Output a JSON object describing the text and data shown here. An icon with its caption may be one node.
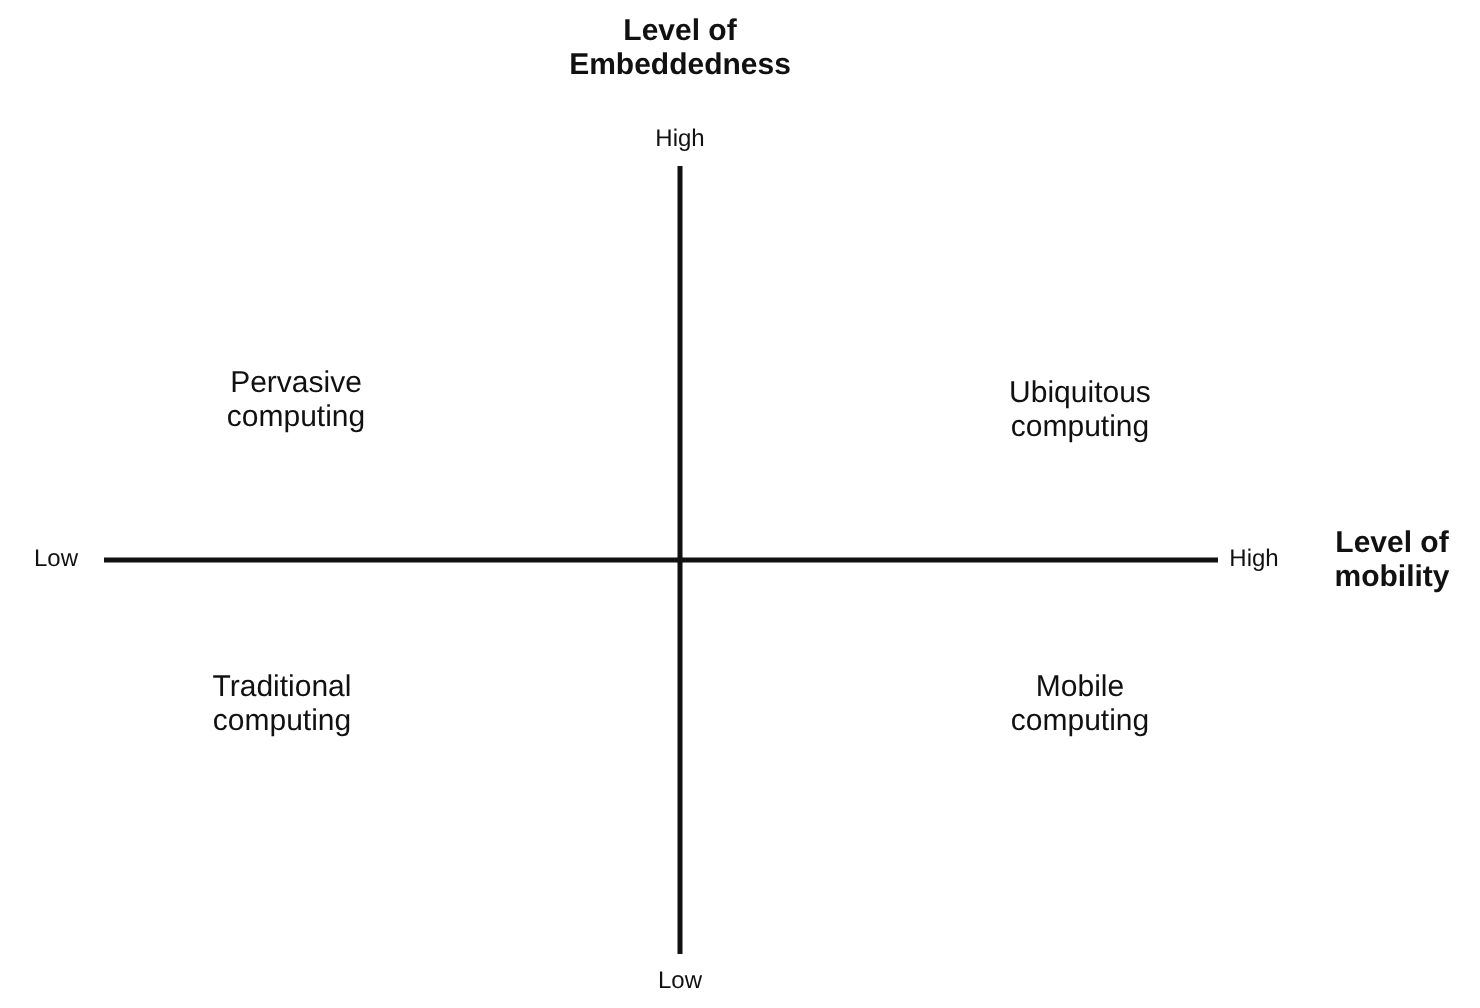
{
  "diagram": {
    "labels": [
      "Level of Embeddedness",
      "High",
      "Pervasive computing",
      "Ubiquitous computing",
      "Low",
      "High",
      "Level of mobility",
      "Traditional computing",
      "Mobile computing",
      "Low"
    ]
  }
}
